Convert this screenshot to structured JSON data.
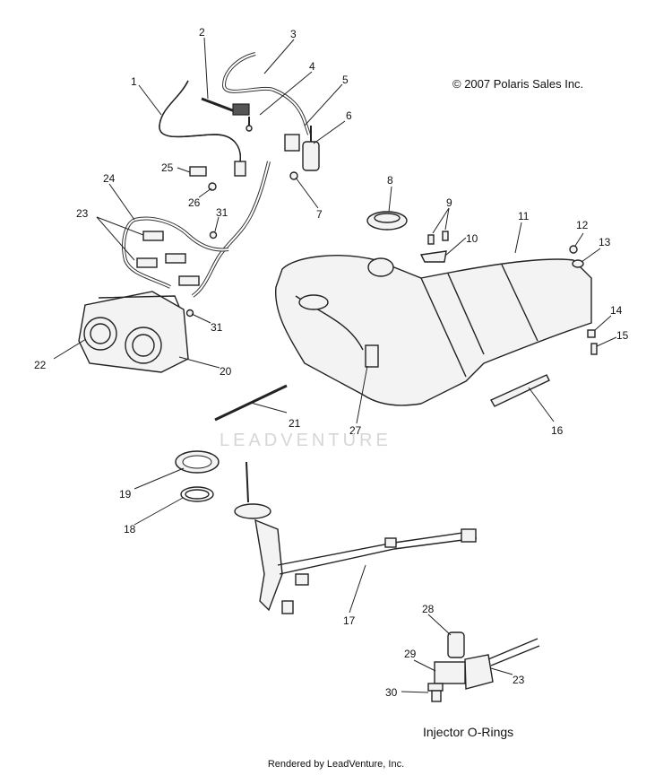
{
  "copyright": "© 2007 Polaris Sales Inc.",
  "caption": "Injector O-Rings",
  "footer": "Rendered by LeadVenture, Inc.",
  "watermark": "LEADVENTURE",
  "callouts": {
    "c1": "1",
    "c2": "2",
    "c3": "3",
    "c4": "4",
    "c5": "5",
    "c6": "6",
    "c7": "7",
    "c8": "8",
    "c9": "9",
    "c10": "10",
    "c11": "11",
    "c12": "12",
    "c13": "13",
    "c14": "14",
    "c15": "15",
    "c16": "16",
    "c17": "17",
    "c18": "18",
    "c19": "19",
    "c20": "20",
    "c21": "21",
    "c22": "22",
    "c23a": "23",
    "c23b": "23",
    "c24": "24",
    "c25": "25",
    "c26": "26",
    "c27": "27",
    "c28": "28",
    "c29": "29",
    "c30": "30",
    "c31a": "31",
    "c31b": "31"
  }
}
